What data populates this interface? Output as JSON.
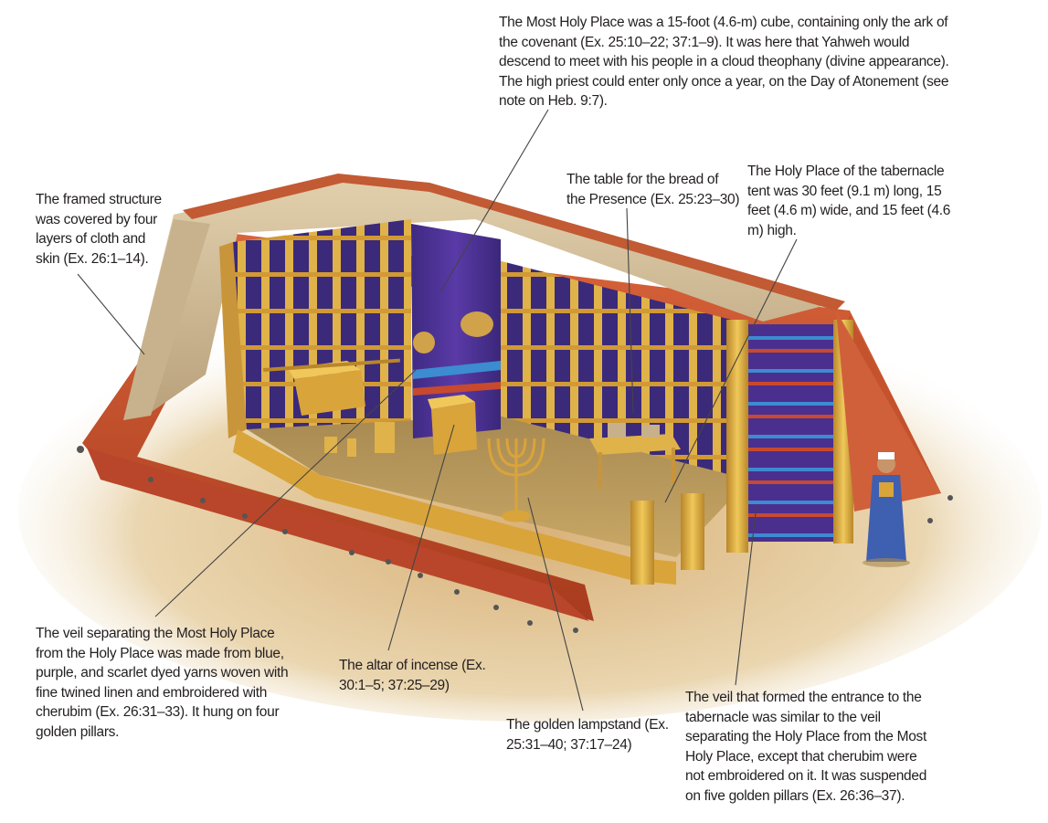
{
  "colors": {
    "ground": "#e9d3a8",
    "roof_canvas": "#cdb690",
    "outer_red": "#c2502c",
    "gold": "#d9a43a",
    "purple_curtain": "#4a2f8f",
    "blue_stripe": "#3d7fc4",
    "label_text": "#231f20",
    "leader_line": "#444444"
  },
  "annotations": {
    "most_holy_place": "The Most Holy Place was a 15-foot (4.6-m) cube, containing only the ark of the covenant (Ex. 25:10–22; 37:1–9). It was here that Yahweh would descend to meet with his people in a cloud theophany (divine appearance). The high priest could enter only once a year, on the Day of Atonement (see note on Heb. 9:7).",
    "table_bread": "The table for the bread of the Presence (Ex. 25:23–30)",
    "holy_place": "The Holy Place of the tabernacle tent was 30 feet (9.1 m) long, 15 feet (4.6 m) wide, and 15 feet (4.6 m) high.",
    "framed_structure": "The framed structure was covered by four layers of cloth and skin (Ex. 26:1–14).",
    "veil_separating": "The veil separating the Most Holy Place from the Holy Place was made from blue, purple, and scarlet dyed yarns woven with fine twined linen and embroidered with cherubim (Ex. 26:31–33). It hung on four golden pillars.",
    "altar_incense": "The altar of incense (Ex. 30:1–5; 37:25–29)",
    "golden_lampstand": "The golden lampstand (Ex. 25:31–40; 37:17–24)",
    "veil_entrance": "The veil that formed the entrance to the tabernacle was similar to the veil separating the Holy Place from the Most Holy Place, except that cherubim were not embroidered on it. It was suspended on five golden pillars (Ex. 26:36–37)."
  }
}
